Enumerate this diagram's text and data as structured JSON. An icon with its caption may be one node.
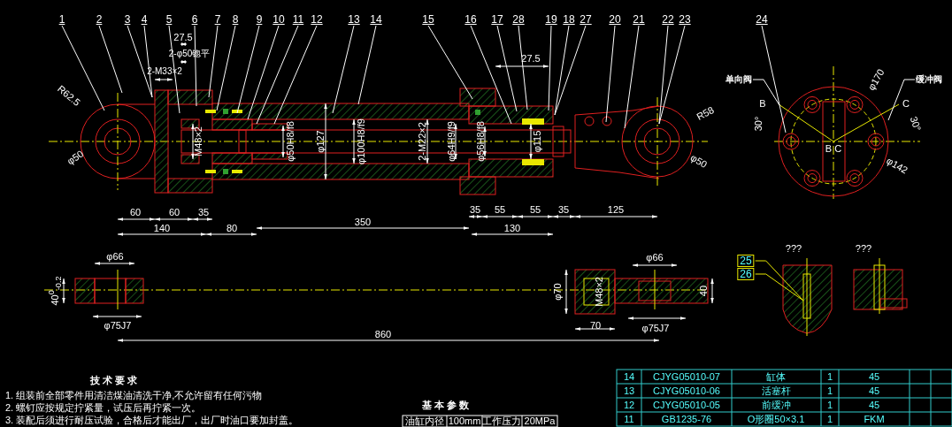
{
  "diagram": {
    "nodes": [
      {
        "text": [
          "1"
        ]
      },
      {
        "text": [
          "2"
        ]
      },
      {
        "text": [
          "3"
        ]
      },
      {
        "text": [
          "4"
        ]
      },
      {
        "text": [
          "5"
        ]
      },
      {
        "text": [
          "6"
        ]
      },
      {
        "text": [
          "7"
        ]
      },
      {
        "text": [
          "8"
        ]
      },
      {
        "text": [
          "9"
        ]
      },
      {
        "text": [
          "10"
        ]
      },
      {
        "text": [
          "11"
        ]
      },
      {
        "text": [
          "12"
        ]
      },
      {
        "text": [
          "13"
        ]
      },
      {
        "text": [
          "14"
        ]
      },
      {
        "text": [
          "15"
        ]
      },
      {
        "text": [
          "16"
        ]
      },
      {
        "text": [
          "17"
        ]
      },
      {
        "text": [
          "28"
        ]
      },
      {
        "text": [
          "19"
        ]
      },
      {
        "text": [
          "18"
        ]
      },
      {
        "text": [
          "27"
        ]
      },
      {
        "text": [
          "20"
        ]
      },
      {
        "text": [
          "21"
        ]
      },
      {
        "text": [
          "22"
        ]
      },
      {
        "text": [
          "23"
        ]
      },
      {
        "text": [
          "24"
        ]
      },
      {
        "text": [
          "单向阀"
        ]
      },
      {
        "text": [
          "缓冲阀"
        ]
      },
      {
        "text": [
          "25"
        ]
      },
      {
        "text": [
          "26"
        ]
      },
      {
        "text": [],
        "shape": "picture"
      }
    ],
    "edges": [
      {
        "from": 0,
        "to": null,
        "arrow": "none"
      },
      {
        "from": 1,
        "to": null,
        "arrow": "none"
      },
      {
        "from": 2,
        "to": null,
        "arrow": "none"
      },
      {
        "from": 3,
        "to": null,
        "arrow": "none"
      },
      {
        "from": 4,
        "to": null,
        "arrow": "none"
      },
      {
        "from": 5,
        "to": null,
        "arrow": "none"
      },
      {
        "from": 6,
        "to": null,
        "arrow": "none"
      },
      {
        "from": 7,
        "to": null,
        "arrow": "none"
      },
      {
        "from": 8,
        "to": null,
        "arrow": "none"
      },
      {
        "from": 9,
        "to": null,
        "arrow": "none"
      },
      {
        "from": 10,
        "to": null,
        "arrow": "none"
      },
      {
        "from": 11,
        "to": null,
        "arrow": "none"
      },
      {
        "from": 12,
        "to": null,
        "arrow": "none"
      },
      {
        "from": 13,
        "to": null,
        "arrow": "none"
      },
      {
        "from": 14,
        "to": null,
        "arrow": "none"
      },
      {
        "from": 15,
        "to": null,
        "arrow": "none"
      },
      {
        "from": 16,
        "to": null,
        "arrow": "none"
      },
      {
        "from": 17,
        "to": null,
        "arrow": "none"
      },
      {
        "from": 18,
        "to": null,
        "arrow": "none"
      },
      {
        "from": 19,
        "to": null,
        "arrow": "none"
      },
      {
        "from": 20,
        "to": null,
        "arrow": "none"
      },
      {
        "from": 21,
        "to": null,
        "arrow": "none"
      },
      {
        "from": 22,
        "to": null,
        "arrow": "none"
      },
      {
        "from": 23,
        "to": null,
        "arrow": "none"
      },
      {
        "from": 24,
        "to": null,
        "arrow": "none"
      },
      {
        "from": 25,
        "to": 30,
        "arrow": "none"
      },
      {
        "from": 26,
        "to": 30,
        "arrow": "none"
      },
      {
        "from": 27,
        "to": 30,
        "arrow": "none"
      },
      {
        "from": 28,
        "to": null,
        "arrow": "none",
        "color": "#e8e800"
      },
      {
        "from": 29,
        "to": null,
        "arrow": "none",
        "color": "#e8e800"
      }
    ],
    "labels": [
      "27.5",
      "2-φ50锪平",
      "2-M33×2",
      "R62.5",
      "φ50",
      "M48×2",
      "φ50H8/f8",
      "φ127",
      "φ100H8/f9",
      "2-M22×2",
      "φ64H9/f9",
      "φ56H8/f8",
      "27.5",
      "φ115",
      "R58",
      "φ50",
      "B",
      "30°",
      "φ170",
      "C",
      "30°",
      "B C",
      "φ142",
      "60",
      "60",
      "35",
      "140",
      "80",
      "350",
      "35",
      "55",
      "55",
      "35",
      "125",
      "130",
      "???",
      "???",
      "φ66",
      "40$^{0}$$_{-0.2}$",
      "φ75J7",
      "φ66",
      "φ70",
      "M48×2",
      "40",
      "70",
      "φ75J7",
      "860",
      "技术要求",
      "1. 组装前全部零件用清洁煤油清洗干净,不允许留有任何污物",
      "2. 螺钉应按规定拧紧量，试压后再拧紧一次。",
      "3. 装配后须进行耐压试验，合格后才能出厂，出厂时油口要加封盖。",
      "基本参数",
      "油缸内径",
      "100mm",
      "工作压力",
      "20MPa",
      "14",
      "CJYG05010-07",
      "缸体",
      "1",
      "45",
      "13",
      "CJYG05010-06",
      "活塞杆",
      "1",
      "45",
      "12",
      "CJYG05010-05",
      "前缓冲",
      "1",
      "45",
      "11",
      "GB1235-76",
      "O形圈50×3.1",
      "1",
      "FKM"
    ]
  }
}
